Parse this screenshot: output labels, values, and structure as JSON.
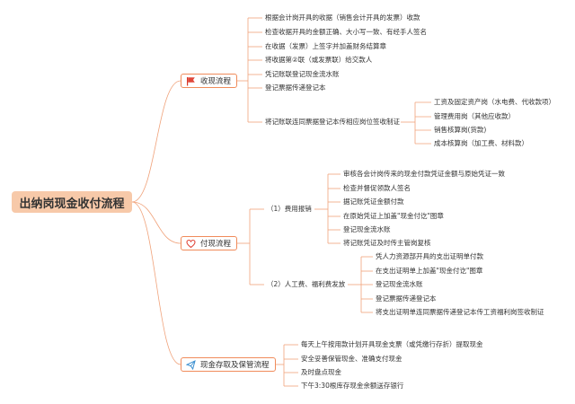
{
  "root": "出纳岗现金收付流程",
  "branches": {
    "receive": {
      "label": "收现流程",
      "icon": "flag-icon",
      "items": [
        "根据会计岗开具的收据（销售会计开具的发票）收款",
        "检查收据开具的金额正确、大小写一致、有经手人签名",
        "在收据（发票）上签字并加盖财务结算章",
        "将收据第②联（或发票联）给交款人",
        "凭记账联登记现金流水账",
        "登记票据传递登记本",
        "将记账联连同票据登记本传相应岗位签收制证"
      ],
      "sub_items": [
        "工资及固定资产岗（水电费、代收款项）",
        "管理费用岗（其他应收款）",
        "销售核算岗(货款)",
        "成本核算岗（加工费、材料款）"
      ]
    },
    "pay": {
      "label": "付现流程",
      "icon": "heart-icon",
      "groups": [
        {
          "label": "（1）费用报销",
          "items": [
            "审核各会计岗传来的现金付款凭证金额与原始凭证一致",
            "检查并督促领款人签名",
            "据记账凭证金额付款",
            "在原始凭证上加盖\"现金付讫\"图章",
            "登记现金流水账",
            "将记账凭证及时传主管岗复核"
          ]
        },
        {
          "label": "（2）人工费、福利费发放",
          "items": [
            "凭人力资源部开具的支出证明单付款",
            "在支出证明单上加盖\"现金付讫\"图章",
            "登记现金流水账",
            "登记票据传递登记本",
            "将支出证明单连同票据传递登记本传工资福利岗签收制证"
          ]
        }
      ]
    },
    "store": {
      "label": "现金存取及保管流程",
      "icon": "paper-plane-icon",
      "items": [
        "每天上午按用款计划开具现金支票（或凭缴行存折）提取现金",
        "安全妥善保管现金、准确支付现金",
        "及时盘点现金",
        "下午3:30根库存现金余额送存银行"
      ]
    }
  },
  "colors": {
    "line": "#f0a27a",
    "accent": "#e05a3a",
    "root_bg": "#f7c9a9"
  }
}
